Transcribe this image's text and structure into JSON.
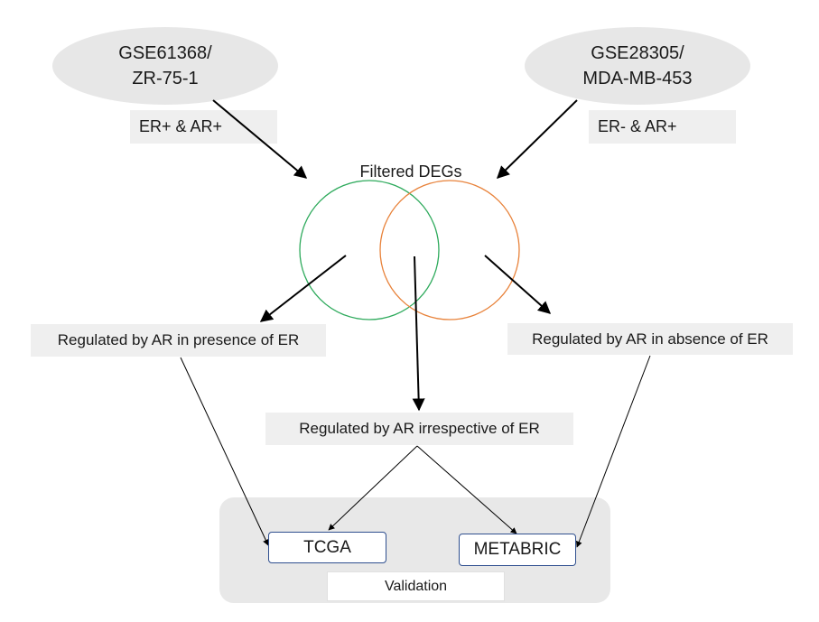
{
  "sources": {
    "left": {
      "line1": "GSE61368/",
      "line2": "ZR-75-1",
      "condition": "ER+ & AR+"
    },
    "right": {
      "line1": "GSE28305/",
      "line2": "MDA-MB-453",
      "condition": "ER- & AR+"
    }
  },
  "venn": {
    "title": "Filtered DEGs",
    "left_color": "#2eaa5c",
    "right_color": "#e8823a"
  },
  "outcomes": {
    "presence": "Regulated by AR in presence of ER",
    "absence": "Regulated by AR in absence of ER",
    "irrespective": "Regulated by AR irrespective of ER"
  },
  "validation": {
    "tcga": "TCGA",
    "metabric": "METABRIC",
    "label": "Validation"
  }
}
